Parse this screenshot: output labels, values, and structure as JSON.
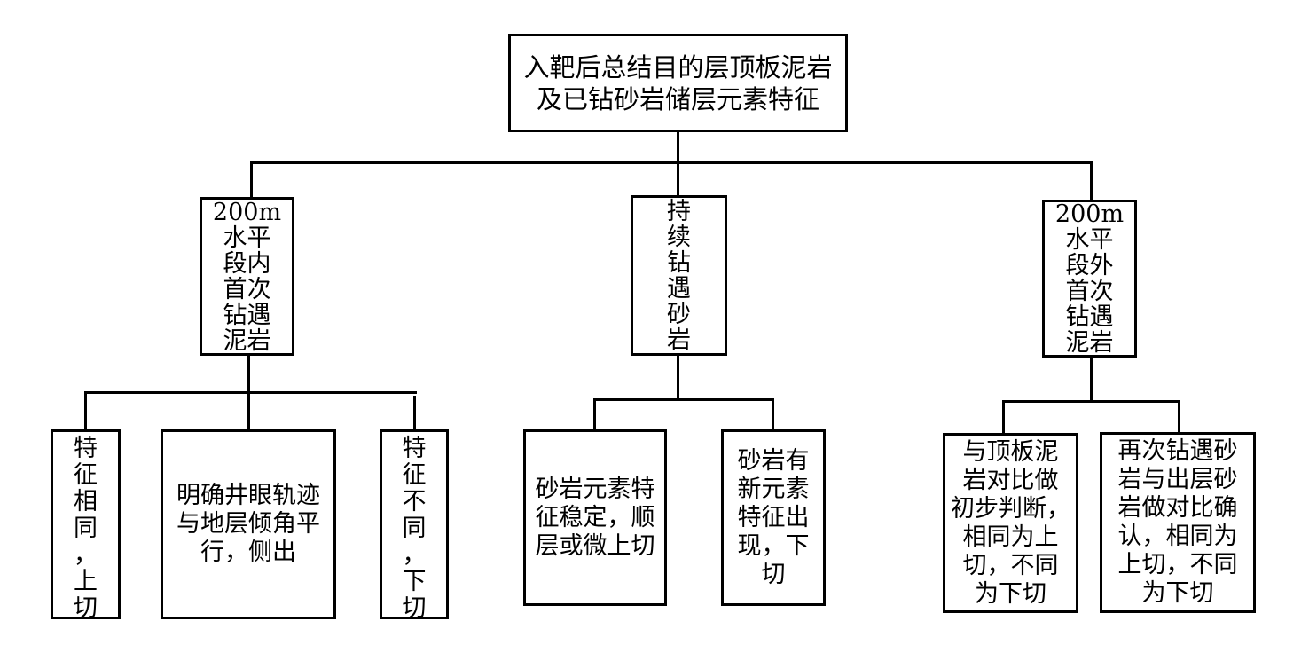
{
  "root": {
    "text": "入靶后总结目的层顶板泥岩\n及已钻砂岩储层元素特征"
  },
  "branches": [
    {
      "text": "200m\n水平\n段内\n首次\n钻遇\n泥岩",
      "children": [
        {
          "text": "特\n征\n相\n同\n，\n上\n切"
        },
        {
          "text": "明确井眼轨迹\n与地层倾角平\n行，侧出"
        },
        {
          "text": "特\n征\n不\n同\n，\n下\n切"
        }
      ]
    },
    {
      "text": "持\n续\n钻\n遇\n砂\n岩",
      "children": [
        {
          "text": "砂岩元素特\n征稳定，顺\n层或微上切"
        },
        {
          "text": "砂岩有\n新元素\n特征出\n现，下\n切"
        }
      ]
    },
    {
      "text": "200m\n水平\n段外\n首次\n钻遇\n泥岩",
      "children": [
        {
          "text": "与顶板泥\n岩对比做\n初步判断，\n相同为上\n切，不同\n为下切"
        },
        {
          "text": "再次钻遇砂\n岩与出层砂\n岩做对比确\n认，相同为\n上切，不同\n为下切"
        }
      ]
    }
  ]
}
